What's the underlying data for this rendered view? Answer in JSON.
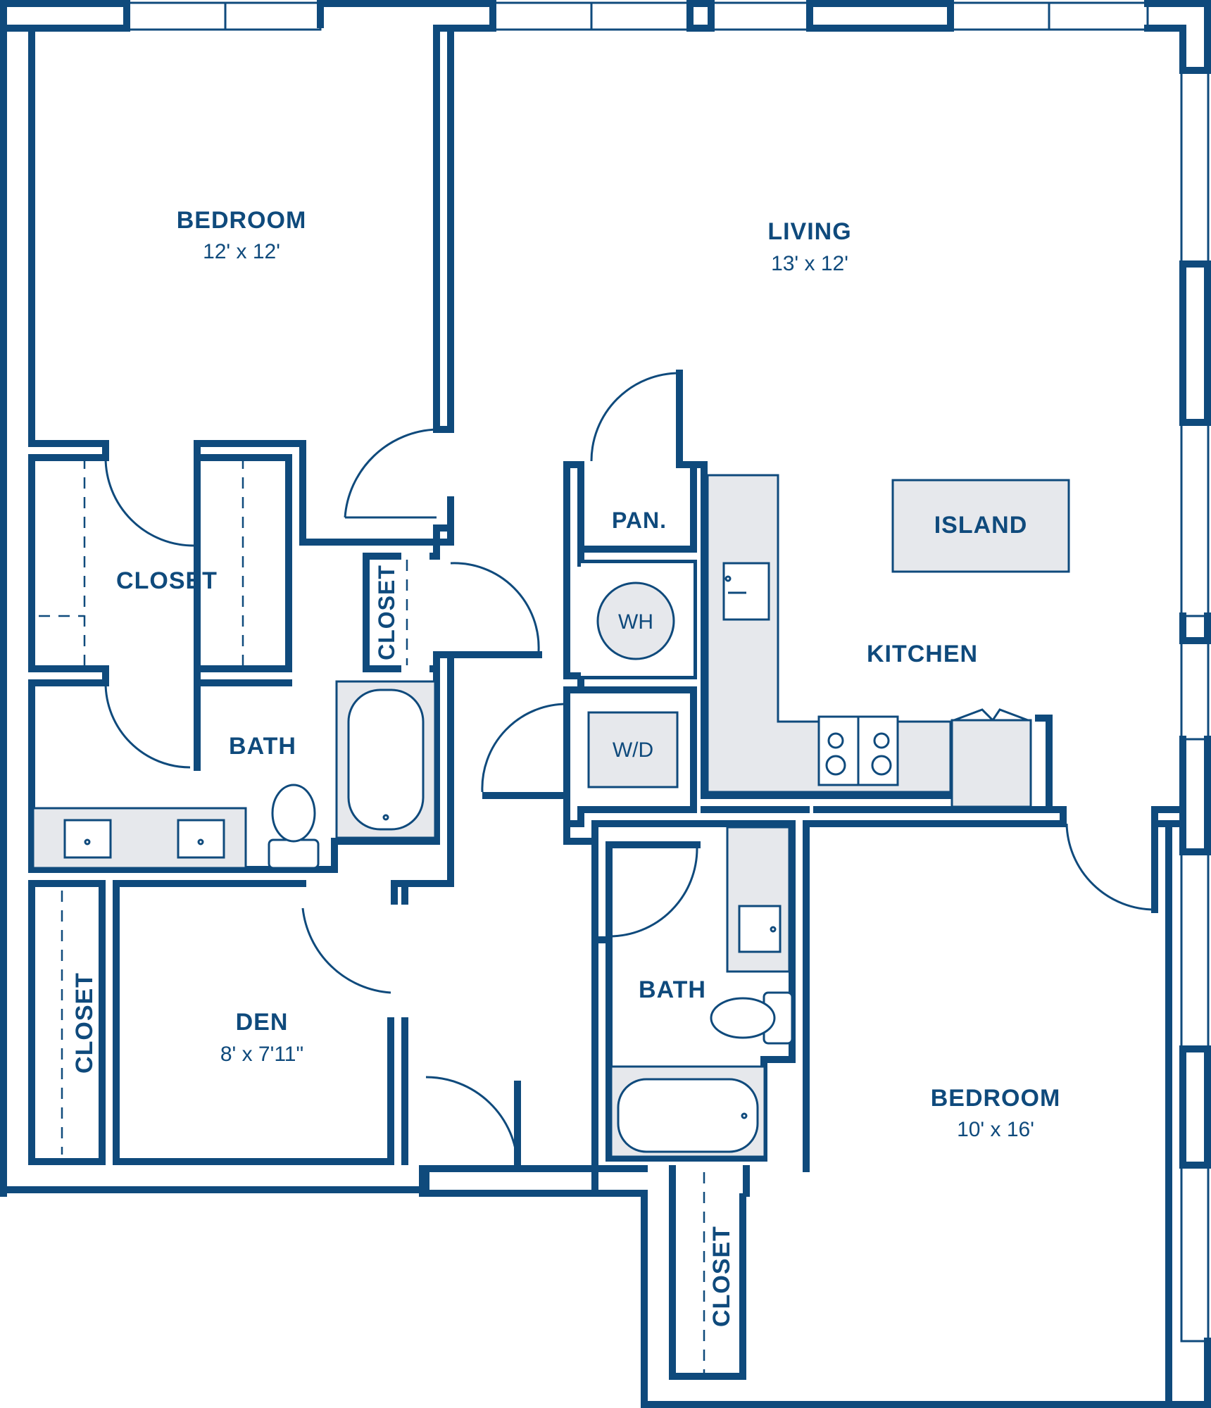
{
  "rooms": {
    "bedroom_1": {
      "name": "BEDROOM",
      "size": "12' x 12'"
    },
    "living": {
      "name": "LIVING",
      "size": "13' x 12'"
    },
    "closet_1": {
      "name": "CLOSET"
    },
    "closet_2": {
      "name": "CLOSET"
    },
    "pantry": {
      "name": "PAN."
    },
    "island": {
      "name": "ISLAND"
    },
    "kitchen": {
      "name": "KITCHEN"
    },
    "water_heater": {
      "name": "WH"
    },
    "washer_dryer": {
      "name": "W/D"
    },
    "bath_1": {
      "name": "BATH"
    },
    "bath_2": {
      "name": "BATH"
    },
    "den": {
      "name": "DEN",
      "size": "8' x 7'11\""
    },
    "closet_3": {
      "name": "CLOSET"
    },
    "bedroom_2": {
      "name": "BEDROOM",
      "size": "10' x 16'"
    },
    "closet_4": {
      "name": "CLOSET"
    }
  },
  "colors": {
    "wall": "#0f4a7c",
    "fixture_fill": "#e6e8ec",
    "background": "#ffffff"
  }
}
